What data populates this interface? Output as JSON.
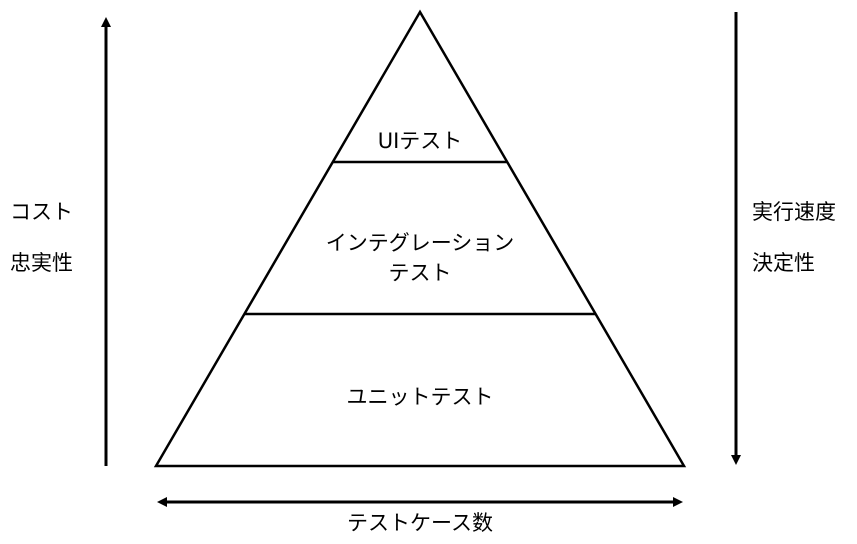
{
  "pyramid": {
    "tiers": [
      {
        "label": "UIテスト"
      },
      {
        "label_line1": "インテグレーション",
        "label_line2": "テスト"
      },
      {
        "label": "ユニットテスト"
      }
    ]
  },
  "left_axis": {
    "line1": "コスト",
    "line2": "忠実性",
    "direction": "up"
  },
  "right_axis": {
    "line1": "実行速度",
    "line2": "決定性",
    "direction": "down"
  },
  "bottom_axis": {
    "label": "テストケース数",
    "direction": "both"
  },
  "colors": {
    "stroke": "#000000",
    "background": "#ffffff"
  }
}
